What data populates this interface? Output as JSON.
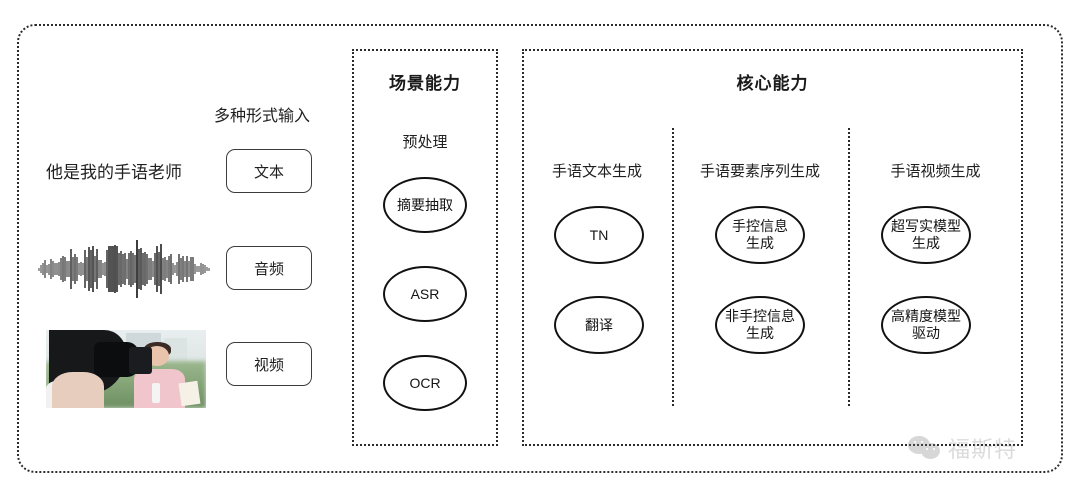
{
  "diagram": {
    "title_hidden": "",
    "input_section": {
      "header_label": "多种形式输入",
      "text_sample": "他是我的手语老师",
      "modalities": [
        {
          "label": "文本",
          "media": "text-sample"
        },
        {
          "label": "音频",
          "media": "audio-waveform"
        },
        {
          "label": "视频",
          "media": "video-thumbnail"
        }
      ]
    },
    "scene_panel": {
      "title": "场景能力",
      "group_label": "预处理",
      "nodes": [
        "摘要抽取",
        "ASR",
        "OCR"
      ]
    },
    "core_panel": {
      "title": "核心能力",
      "columns": [
        {
          "label": "手语文本生成",
          "nodes": [
            "TN",
            "翻译"
          ]
        },
        {
          "label": "手语要素序列生成",
          "nodes": [
            "手控信息\n生成",
            "非手控信息\n生成"
          ]
        },
        {
          "label": "手语视频生成",
          "nodes": [
            "超写实模型\n生成",
            "高精度模型\n驱动"
          ]
        }
      ]
    },
    "watermark": {
      "icon": "wechat-icon",
      "text": "福斯特"
    },
    "colors": {
      "frame_border": "#2b2b2b",
      "node_border": "#111111",
      "pill_border": "#3c3c3c",
      "text": "#1f1f1f",
      "background": "#ffffff",
      "watermark_text": "#8a8a8a"
    }
  }
}
